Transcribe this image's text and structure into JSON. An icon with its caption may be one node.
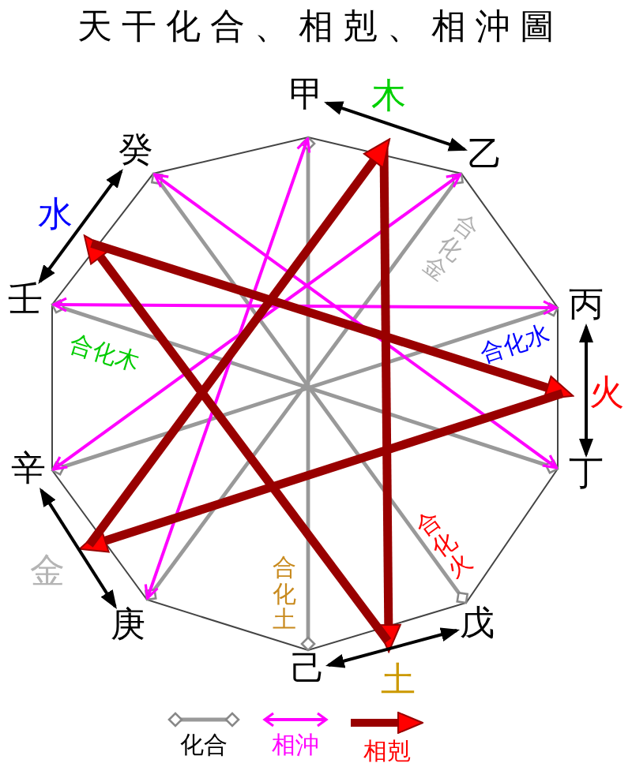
{
  "diagram": {
    "title": "天干化合、相剋、相沖圖",
    "nodes": [
      {
        "text": [
          "甲"
        ]
      },
      {
        "text": [
          "乙"
        ]
      },
      {
        "text": [
          "丙"
        ]
      },
      {
        "text": [
          "丁"
        ]
      },
      {
        "text": [
          "戊"
        ]
      },
      {
        "text": [
          "己"
        ]
      },
      {
        "text": [
          "庚"
        ]
      },
      {
        "text": [
          "辛"
        ]
      },
      {
        "text": [
          "壬"
        ]
      },
      {
        "text": [
          "癸"
        ]
      },
      {
        "text": [
          "木"
        ]
      },
      {
        "text": [
          "火"
        ]
      },
      {
        "text": [
          "土"
        ]
      },
      {
        "text": [
          "金"
        ]
      },
      {
        "text": [
          "水"
        ]
      }
    ],
    "edges": [
      {
        "from": 0,
        "to": 5,
        "arrow": "other",
        "label": "合化土",
        "color": "#999999"
      },
      {
        "from": 1,
        "to": 6,
        "arrow": "other",
        "label": "合化金",
        "color": "#999999"
      },
      {
        "from": 2,
        "to": 7,
        "arrow": "other",
        "label": "合化水",
        "color": "#999999"
      },
      {
        "from": 3,
        "to": 8,
        "arrow": "other",
        "label": "合化木",
        "color": "#999999"
      },
      {
        "from": 4,
        "to": 9,
        "arrow": "other",
        "label": "合化火",
        "color": "#999999"
      },
      {
        "from": 0,
        "to": 6,
        "arrow": "both",
        "color": "#ff00ff"
      },
      {
        "from": 1,
        "to": 7,
        "arrow": "both",
        "color": "#ff00ff"
      },
      {
        "from": 2,
        "to": 8,
        "arrow": "both",
        "color": "#ff00ff"
      },
      {
        "from": 3,
        "to": 9,
        "arrow": "both",
        "color": "#ff00ff"
      },
      {
        "from": 10,
        "to": 12,
        "arrow": "to",
        "style": "thick",
        "color": "#990000"
      },
      {
        "from": 12,
        "to": 14,
        "arrow": "to",
        "style": "thick",
        "color": "#990000"
      },
      {
        "from": 14,
        "to": 11,
        "arrow": "to",
        "style": "thick",
        "color": "#990000"
      },
      {
        "from": 11,
        "to": 13,
        "arrow": "to",
        "style": "thick",
        "color": "#990000"
      },
      {
        "from": 13,
        "to": 10,
        "arrow": "to",
        "style": "thick",
        "color": "#990000"
      },
      {
        "from": 0,
        "to": 1,
        "arrow": "both",
        "color": "#000000"
      },
      {
        "from": 2,
        "to": 3,
        "arrow": "both",
        "color": "#000000"
      },
      {
        "from": 4,
        "to": 5,
        "arrow": "both",
        "color": "#000000"
      },
      {
        "from": 6,
        "to": 7,
        "arrow": "both",
        "color": "#000000"
      },
      {
        "from": 8,
        "to": 9,
        "arrow": "both",
        "color": "#000000"
      }
    ],
    "legend": [
      {
        "text": "化合"
      },
      {
        "text": "相沖"
      },
      {
        "text": "相剋"
      }
    ]
  }
}
